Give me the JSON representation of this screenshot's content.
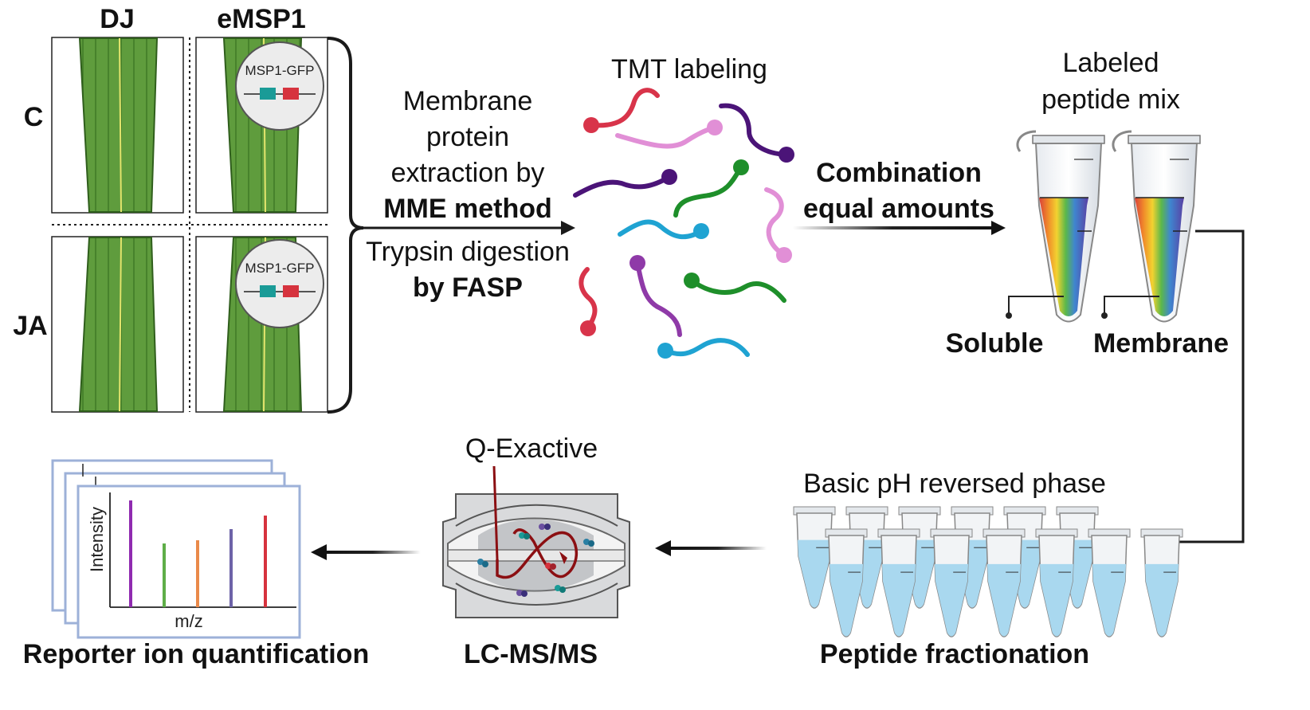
{
  "columns": {
    "dj": "DJ",
    "emsp1": "eMSP1"
  },
  "rows": {
    "c": "C",
    "ja": "JA"
  },
  "construct_label": "MSP1-GFP",
  "step1": {
    "line1": "Membrane",
    "line2": "protein",
    "line3": "extraction by",
    "line4": "MME method",
    "line5": "Trypsin digestion",
    "line6": "by FASP"
  },
  "tmt_label": "TMT labeling",
  "combination": {
    "line1": "Combination",
    "line2": "equal amounts"
  },
  "mix_label": {
    "line1": "Labeled",
    "line2": "peptide mix"
  },
  "tubes": {
    "soluble": "Soluble",
    "membrane": "Membrane"
  },
  "fractionation": {
    "top": "Basic pH reversed phase",
    "bottom": "Peptide fractionation"
  },
  "ms": {
    "top": "Q-Exactive",
    "bottom": "LC-MS/MS"
  },
  "spectrum": {
    "ylabel": "Intensity",
    "xlabel": "m/z",
    "bottom": "Reporter ion quantification"
  },
  "colors": {
    "leaf": "#5d9a3c",
    "peptides": [
      "#d8344a",
      "#e18fd6",
      "#4b1478",
      "#1fa3d2",
      "#1e8f2a",
      "#8f3aa8"
    ],
    "arrow": "#1a1a1a",
    "ms_path": "#8b0f12",
    "tube_liquid": "#a9d8ef",
    "frame": "#9db1d8"
  }
}
